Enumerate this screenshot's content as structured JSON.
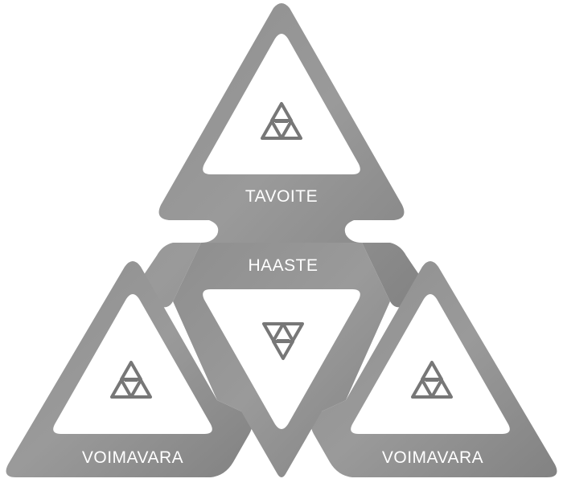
{
  "diagram": {
    "labels": {
      "top": "TAVOITE",
      "middle": "HAASTE",
      "bottom_left": "VOIMAVARA",
      "bottom_right": "VOIMAVARA"
    },
    "icons": {
      "top": "triforce-icon",
      "middle": "inverted-triforce-icon",
      "bottom_left": "triforce-icon",
      "bottom_right": "triforce-icon"
    },
    "colors": {
      "shape": "#8a8a8a",
      "shape_light": "#a8a8a8",
      "icon": "#7a7a7a",
      "panel": "#ffffff",
      "text": "#ffffff"
    }
  }
}
